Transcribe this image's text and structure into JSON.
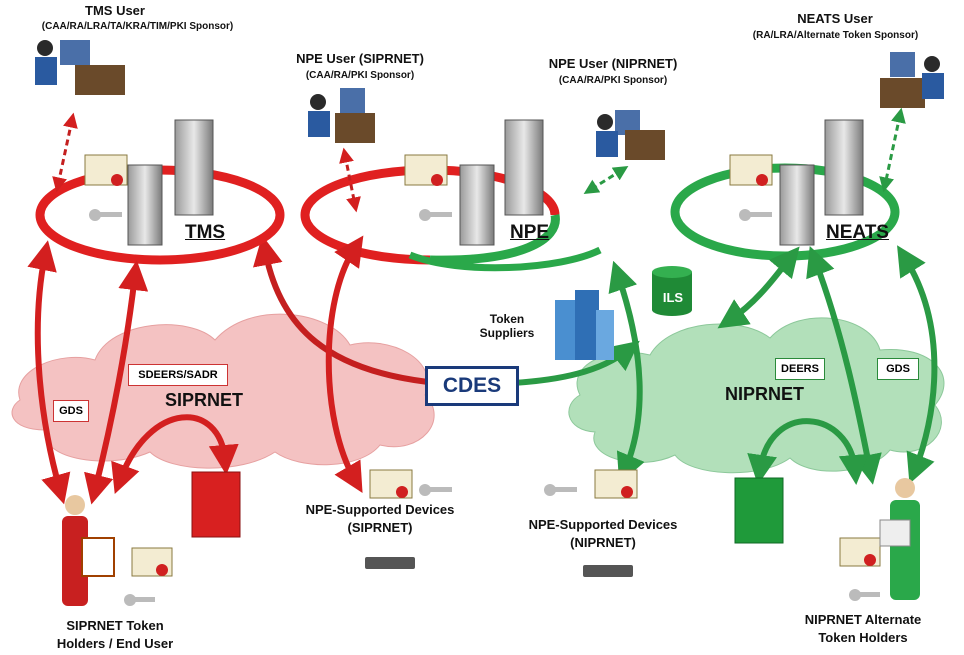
{
  "users": {
    "tms_user_title": "TMS User",
    "tms_user_roles": "(CAA/RA/LRA/TA/KRA/TIM/PKI Sponsor)",
    "npe_siprnet_title": "NPE User (SIPRNET)",
    "npe_siprnet_roles": "(CAA/RA/PKI Sponsor)",
    "npe_niprnet_title": "NPE User (NIPRNET)",
    "npe_niprnet_roles": "(CAA/RA/PKI Sponsor)",
    "neats_user_title": "NEATS User",
    "neats_user_roles": "(RA/LRA/Alternate Token Sponsor)"
  },
  "systems": {
    "tms": "TMS",
    "npe": "NPE",
    "neats": "NEATS",
    "ils": "ILS",
    "cdes": "CDES",
    "token_suppliers": "Token\nSuppliers"
  },
  "networks": {
    "siprnet": "SIPRNET",
    "niprnet": "NIPRNET"
  },
  "tags": {
    "sdeers_sadr": "SDEERS/SADR",
    "gds_left": "GDS",
    "deers": "DEERS",
    "gds_right": "GDS"
  },
  "endpoints": {
    "npe_devices_sip_1": "NPE-Supported Devices",
    "npe_devices_sip_2": "(SIPRNET)",
    "npe_devices_nip_1": "NPE-Supported Devices",
    "npe_devices_nip_2": "(NIPRNET)",
    "sip_holders_1": "SIPRNET Token",
    "sip_holders_2": "Holders / End User",
    "nip_holders_1": "NIPRNET Alternate",
    "nip_holders_2": "Token Holders"
  },
  "colors": {
    "red": "#e02020",
    "red_dark": "#b01515",
    "green": "#2aa84a",
    "green_dark": "#1a7a34",
    "cloud_red": "#f2b8b8",
    "cloud_green": "#a8dcb0",
    "navy": "#1a3a7a"
  }
}
